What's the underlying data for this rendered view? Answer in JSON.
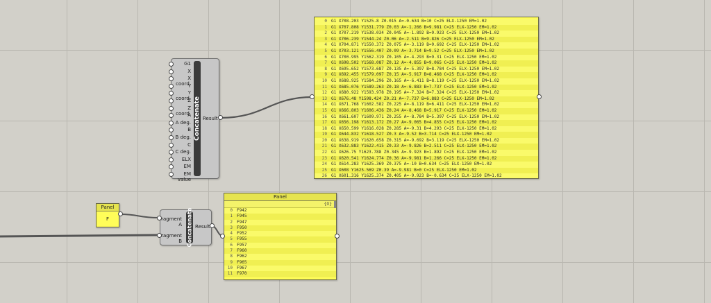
{
  "concat_big": {
    "title": "Concatenate",
    "inputs": [
      "G1",
      "X",
      "X coord.",
      "Y",
      "Y coord.",
      "Z",
      "Z coord.",
      "A",
      "A deg.",
      "B",
      "B deg.",
      "C",
      "C deg.",
      "ELX",
      "EM",
      "EM value"
    ],
    "output": "Result"
  },
  "big_panel": {
    "rows": [
      "G1 X708.203 Y1525.8 Z0.015 A=-0.634 B=10 C=25 ELX-1250 EM=1.02",
      "G1 X707.808 Y1531.779 Z0.03 A=-1.266 B=9.981 C=25 ELX-1250 EM=1.02",
      "G1 X707.219 Y1538.034 Z0.045 A=-1.892 B=9.923 C=25 ELX-1250 EM=1.02",
      "G1 X706.239 Y1544.24 Z0.06 A=-2.511 B=9.826 C=25 ELX-1250 EM=1.02",
      "G1 X704.871 Y1550.372 Z0.075 A=-3.119 B=9.692 C=25 ELX-1250 EM=1.02",
      "G1 X703.121 Y1556.407 Z0.09 A=-3.714 B=9.52 C=25 ELX-1250 EM=1.02",
      "G1 X700.995 Y1562.319 Z0.105 A=-4.293 B=9.31 C=25 ELX-1250 EM=1.02",
      "G1 X698.502 Y1568.087 Z0.12 A=-4.855 B=9.065 C=25 ELX-1250 EM=1.02",
      "G1 X695.652 Y1573.687 Z0.135 A=-5.397 B=8.784 C=25 ELX-1250 EM=1.02",
      "G1 X692.455 Y1579.097 Z0.15 A=-5.917 B=8.468 C=25 ELX-1250 EM=1.02",
      "G1 X688.925 Y1584.296 Z0.165 A=-6.411 B=8.119 C=25 ELX-1250 EM=1.02",
      "G1 X685.076 Y1589.263 Z0.18 A=-6.883 B=7.737 C=25 ELX-1250 EM=1.02",
      "G1 X680.922 Y1593.978 Z0.195 A=-7.324 B=7.324 C=25 ELX-1250 EM=1.02",
      "G1 X676.48 Y1598.424 Z0.21 A=-7.737 B=6.883 C=25 ELX-1250 EM=1.02",
      "G1 X671.768 Y1602.582 Z0.225 A=-8.119 B=6.411 C=25 ELX-1250 EM=1.02",
      "G1 X666.803 Y1606.436 Z0.24 A=-8.468 B=5.917 C=25 ELX-1250 EM=1.02",
      "G1 X661.607 Y1609.971 Z0.255 A=-8.784 B=5.397 C=25 ELX-1250 EM=1.02",
      "G1 X656.198 Y1613.172 Z0.27 A=-9.065 B=4.855 C=25 ELX-1250 EM=1.02",
      "G1 X650.599 Y1616.028 Z0.285 A=-9.31 B=4.293 C=25 ELX-1250 EM=1.02",
      "G1 X644.832 Y1618.527 Z0.3 A=-9.52 B=3.714 C=25 ELX-1250 EM=1.02",
      "G1 X638.919 Y1620.658 Z0.315 A=-9.692 B=3.119 C=25 ELX-1250 EM=1.02",
      "G1 X632.883 Y1622.415 Z0.33 A=-9.826 B=2.511 C=25 ELX-1250 EM=1.02",
      "G1 X626.75 Y1623.788 Z0.345 A=-9.923 B=1.892 C=25 ELX-1250 EM=1.02",
      "G1 X620.541 Y1624.774 Z0.36 A=-9.981 B=1.266 C=25 ELX-1250 EM=1.02",
      "G1 X614.283 Y1625.369 Z0.375 A=-10 B=0.634 C=25 ELX-1250 EM=1.02",
      "G1 X608 Y1625.569 Z0.39 A=-9.981 B=0 C=25 ELX-1250 EM=1.02",
      "G1 X601.316 Y1625.374 Z0.405 A=-9.923 B=-0.634 C=25 ELX-1250 EM=1.02"
    ]
  },
  "small_panel": {
    "title": "Panel",
    "value": "F"
  },
  "concat_small": {
    "title": "Concatenate",
    "inputs": [
      "Fragment A",
      "Fragment B"
    ],
    "output": "Result"
  },
  "f_panel": {
    "title": "Panel",
    "header_index": "{0}",
    "rows": [
      "F942",
      "F945",
      "F947",
      "F950",
      "F952",
      "F955",
      "F957",
      "F960",
      "F962",
      "F965",
      "F967",
      "F970"
    ]
  }
}
